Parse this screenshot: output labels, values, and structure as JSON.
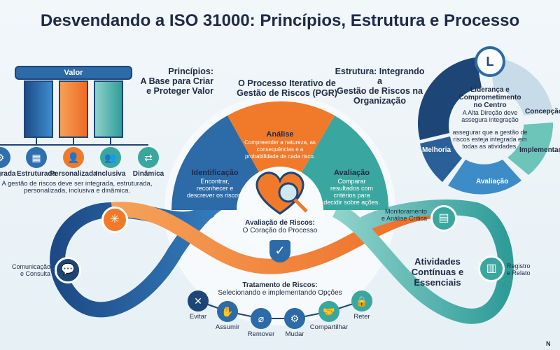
{
  "title": "Desvendando a ISO 31000: Princípios, Estrutura e Processo",
  "principles": {
    "heading": [
      "Princípios:",
      "A Base para Criar",
      "e Proteger Valor"
    ],
    "top_bar": "Valor",
    "items": [
      {
        "label": "Integrada",
        "icon": "gear-icon",
        "color": "#2f6fb0"
      },
      {
        "label": "Estruturada",
        "icon": "blueprint-icon",
        "color": "#2f6fb0"
      },
      {
        "label": "Personalizada",
        "icon": "person-icon",
        "color": "#f07a2a"
      },
      {
        "label": "Inclusiva",
        "icon": "group-icon",
        "color": "#3aa6a0"
      },
      {
        "label": "Dinâmica",
        "icon": "shuffle-icon",
        "color": "#3aa6a0"
      }
    ],
    "description": [
      "A gestão de riscos deve ser integrada, estruturada,",
      "personalizada, inclusiva e dinâmica."
    ]
  },
  "process": {
    "heading": [
      "O Processo Iterativo de",
      "Gestão de Riscos (PGR)"
    ],
    "steps": [
      {
        "title": "Identificação",
        "text": [
          "Encontrar,",
          "reconhecer e",
          "descrever os riscos."
        ],
        "color": "#2c6aa8"
      },
      {
        "title": "Análise",
        "text": [
          "Compreender a natureza, as",
          "consequências e a",
          "probabilidade de cada risco."
        ],
        "color": "#f07a2a"
      },
      {
        "title": "Avaliação",
        "text": [
          "Comparar",
          "resultados com",
          "critérios para",
          "decidir sobre ações."
        ],
        "color": "#3aa6a0"
      }
    ],
    "core": [
      "Avaliação de Riscos:",
      "O Coração do Processo"
    ]
  },
  "framework": {
    "heading": [
      "Estrutura: Integrando a",
      "Gestão de Riscos na",
      "Organização"
    ],
    "center_title": [
      "Liderança e",
      "Comprometimento",
      "no Centro"
    ],
    "center_text": [
      "A Alta Direção deve",
      "assegura integração"
    ],
    "center_text2": [
      "assegurar que a gestão de",
      "riscos esteja integrada em",
      "todas as atividades."
    ],
    "segments": [
      "Concepção",
      "Implementação",
      "Avaliação",
      "Melhoria"
    ],
    "logo_letter": "L"
  },
  "continuous": {
    "heading": [
      "Atividades",
      "Contínuas e",
      "Essenciais"
    ],
    "items": [
      {
        "label": [
          "Comunicação",
          "e Consulta"
        ],
        "icon": "chat-icon"
      },
      {
        "label": [
          "Monitoramento",
          "e Análise Crítica"
        ],
        "icon": "dashboard-icon"
      },
      {
        "label": [
          "Registro",
          "e Relato"
        ],
        "icon": "document-icon"
      }
    ]
  },
  "treatment": {
    "heading": "Tratamento de Riscos:",
    "subheading": "Selecionando e implementando Opções",
    "options": [
      "Evitar",
      "Assumir",
      "Remover",
      "Mudar",
      "Compartilhar",
      "Reter"
    ]
  },
  "colors": {
    "blue": "#2c6aa8",
    "navy": "#1d4677",
    "orange": "#f07a2a",
    "teal": "#3aa6a0"
  },
  "watermark": "N"
}
